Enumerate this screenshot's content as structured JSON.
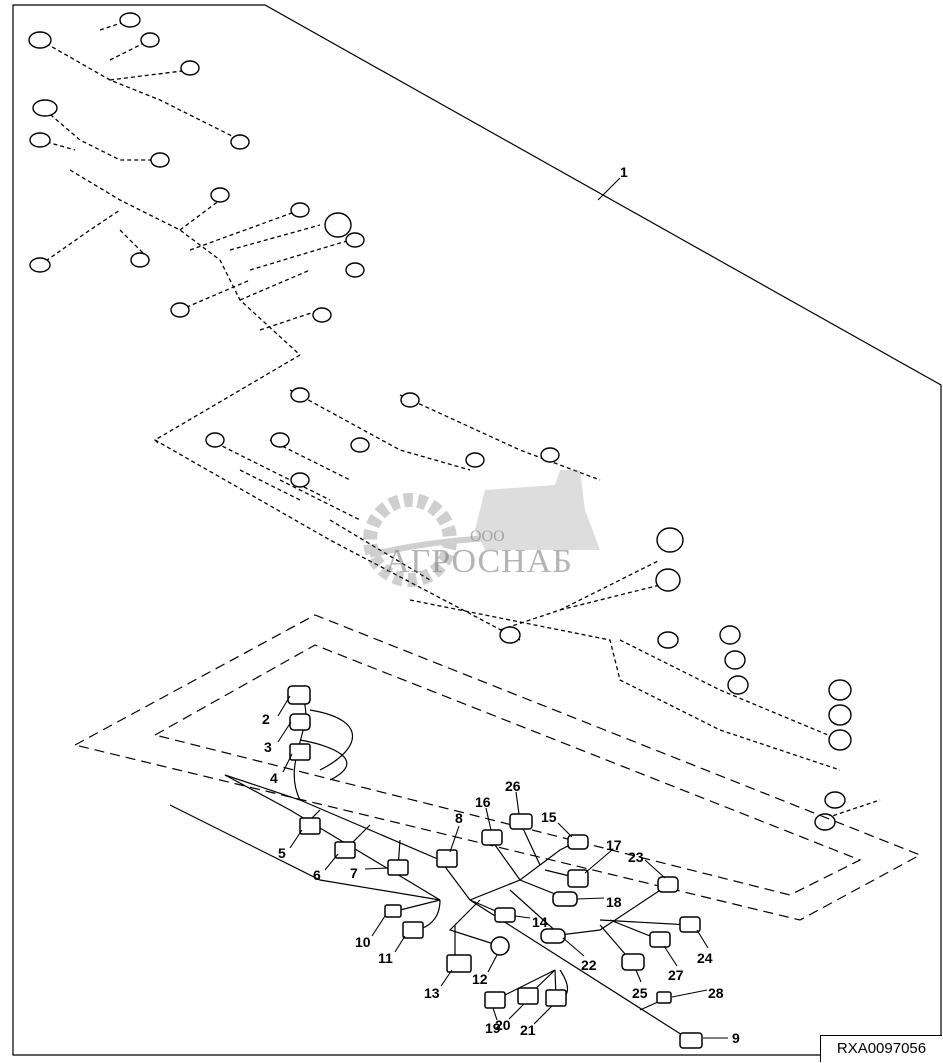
{
  "diagram": {
    "reference_code": "RXA0097056",
    "watermark": {
      "prefix": "ООО",
      "name": "АГРОСНАБ"
    },
    "callouts": [
      "1",
      "2",
      "3",
      "4",
      "5",
      "6",
      "7",
      "8",
      "9",
      "10",
      "11",
      "12",
      "13",
      "14",
      "15",
      "16",
      "17",
      "18",
      "19",
      "20",
      "21",
      "22",
      "23",
      "24",
      "25",
      "26",
      "27",
      "28"
    ]
  }
}
